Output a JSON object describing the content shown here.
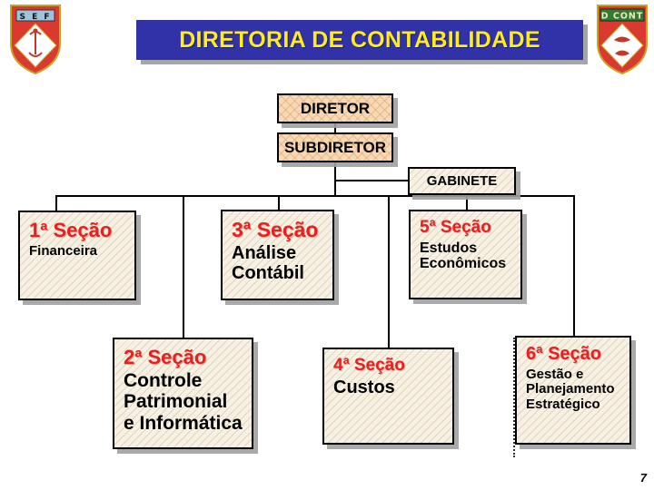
{
  "header": {
    "title": "DIRETORIA DE CONTABILIDADE",
    "title_bg_color": "#3232a8",
    "title_text_color": "#ffec1f",
    "left_emblem": {
      "name": "sef-shield-emblem",
      "banner_text": "S E F",
      "shield_color": "#d9392e",
      "banner_color": "#9fc3dd"
    },
    "right_emblem": {
      "name": "dcont-shield-emblem",
      "banner_text": "D CONT",
      "shield_color": "#d9392e",
      "banner_color": "#2f7d32"
    }
  },
  "chart_data": {
    "type": "diagram",
    "title": "DIRETORIA DE CONTABILIDADE",
    "accent_color": "#e8201f",
    "nodes": [
      {
        "id": "diretor",
        "label": "DIRETOR",
        "level": 0
      },
      {
        "id": "subdiretor",
        "label": "SUBDIRETOR",
        "level": 1
      },
      {
        "id": "gabinete",
        "label": "GABINETE",
        "level": 2
      },
      {
        "id": "sec1",
        "head": "1ª Seção",
        "body": "Financeira",
        "level": 3
      },
      {
        "id": "sec2",
        "head": "2ª Seção",
        "body": "Controle\nPatrimonial\ne Informática",
        "level": 3
      },
      {
        "id": "sec3",
        "head": "3ª Seção",
        "body": "Análise\nContábil",
        "level": 3
      },
      {
        "id": "sec4",
        "head": "4ª Seção",
        "body": "Custos",
        "level": 3
      },
      {
        "id": "sec5",
        "head": "5ª Seção",
        "body": "Estudos\nEconômicos",
        "level": 3
      },
      {
        "id": "sec6",
        "head": "6ª Seção",
        "body": "Gestão e\nPlanejamento\nEstratégico",
        "level": 3
      }
    ],
    "edges": [
      {
        "from": "diretor",
        "to": "subdiretor"
      },
      {
        "from": "subdiretor",
        "to": "gabinete"
      },
      {
        "from": "subdiretor",
        "to": "sec1"
      },
      {
        "from": "subdiretor",
        "to": "sec2"
      },
      {
        "from": "subdiretor",
        "to": "sec3"
      },
      {
        "from": "subdiretor",
        "to": "sec4"
      },
      {
        "from": "subdiretor",
        "to": "sec5"
      },
      {
        "from": "subdiretor",
        "to": "sec6"
      }
    ]
  },
  "boxes": {
    "diretor": {
      "label": "DIRETOR"
    },
    "subdiretor": {
      "label": "SUBDIRETOR"
    },
    "gabinete": {
      "label": "GABINETE"
    },
    "sec1": {
      "head": "1ª Seção",
      "line1": "Financeira",
      "line2": "",
      "line3": ""
    },
    "sec2": {
      "head": "2ª Seção",
      "line1": "Controle",
      "line2": "Patrimonial",
      "line3": "e Informática"
    },
    "sec3": {
      "head": "3ª Seção",
      "line1": "Análise",
      "line2": "Contábil",
      "line3": ""
    },
    "sec4": {
      "head": "4ª Seção",
      "line1": "Custos",
      "line2": "",
      "line3": ""
    },
    "sec5": {
      "head": "5ª Seção",
      "line1": "Estudos",
      "line2": "Econômicos",
      "line3": ""
    },
    "sec6": {
      "head": "6ª Seção",
      "line1": "Gestão e",
      "line2": "Planejamento",
      "line3": "Estratégico"
    }
  },
  "footer": {
    "page_number": "7"
  }
}
